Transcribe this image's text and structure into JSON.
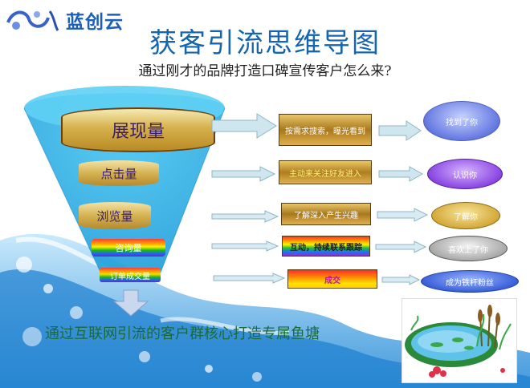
{
  "header": {
    "brand": "蓝创云",
    "title": "获客引流思维导图",
    "subtitle": "通过刚才的品牌打造口碑宣传客户怎么来?"
  },
  "funnel": {
    "levels": [
      "展现量",
      "点击量",
      "浏览量",
      "咨询量",
      "订单成交量"
    ]
  },
  "steps": {
    "boxes": [
      "按需求搜索，曝光看到",
      "主动来关注好友进入",
      "了解深入产生兴趣",
      "互动，持续联系跟踪",
      "成交"
    ],
    "ovals": [
      "找到了你",
      "认识你",
      "了解你",
      "喜欢上了你",
      "成为铁杆粉丝"
    ]
  },
  "footer": {
    "text": "通过互联网引流的客户群核心打造专属鱼塘"
  },
  "icons": [
    "logo-swirl-icon",
    "arrow-right-icon",
    "arrow-down-icon",
    "pond-illustration-icon"
  ],
  "colors": {
    "title_blue": "#1565b0",
    "gold": "#c9992f",
    "water_blue": "#2a8fd8"
  }
}
